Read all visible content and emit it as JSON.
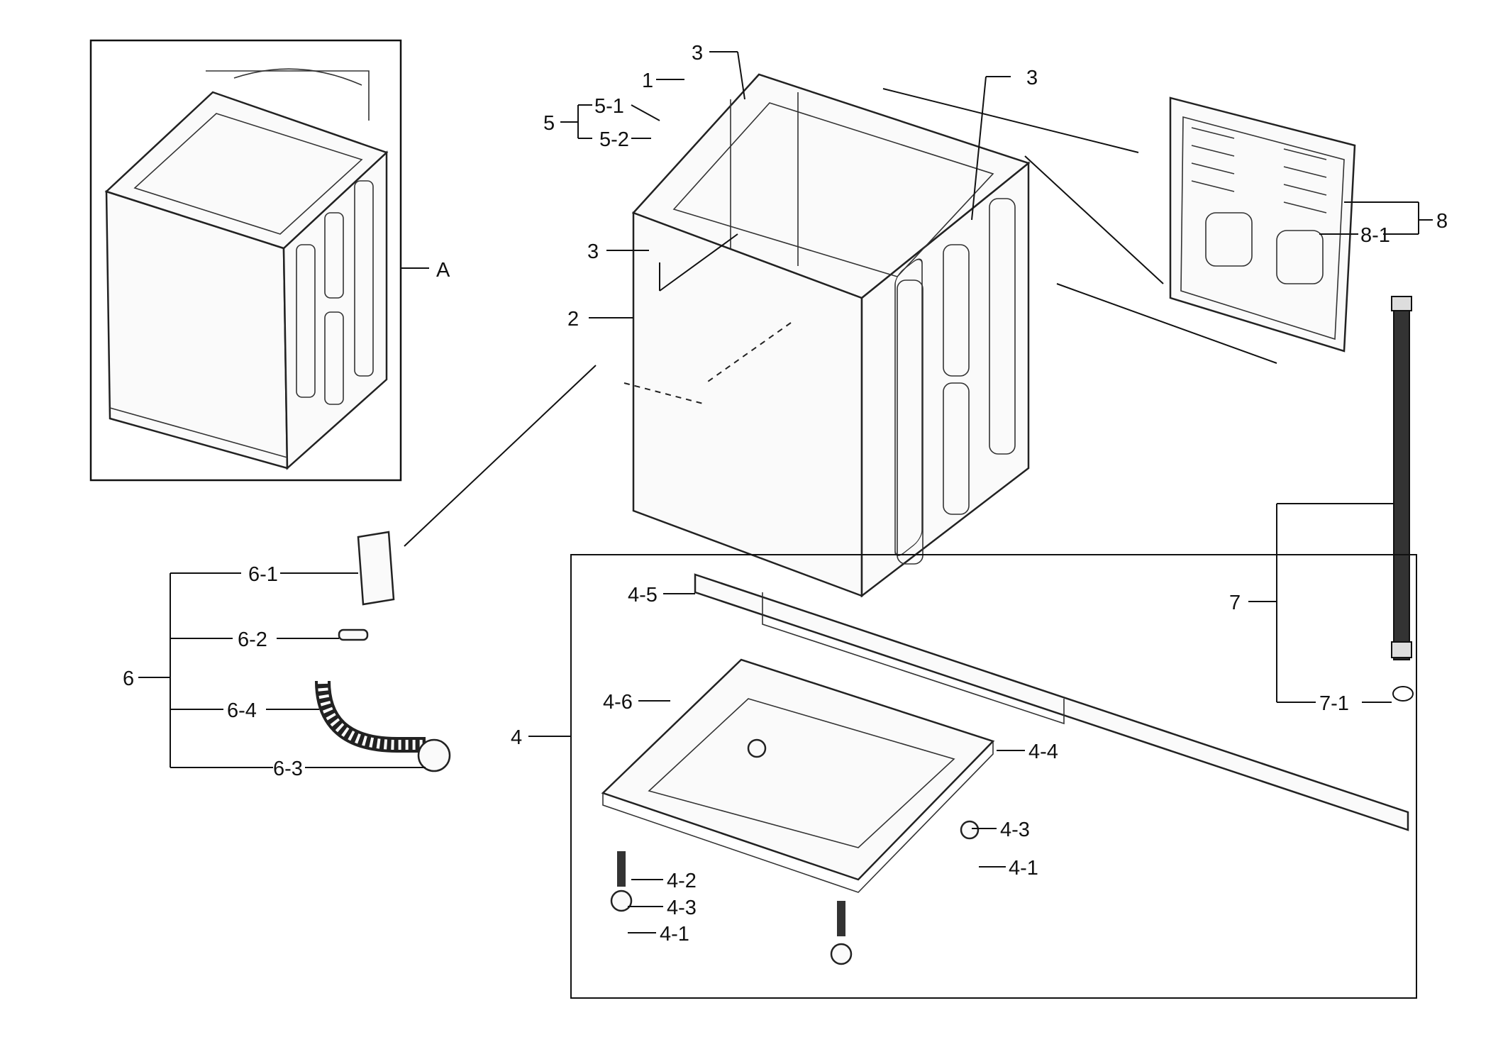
{
  "labels": {
    "l_1": "1",
    "l_2": "2",
    "l_3a": "3",
    "l_3b": "3",
    "l_3c": "3",
    "l_4": "4",
    "l_4_1a": "4-1",
    "l_4_1b": "4-1",
    "l_4_2": "4-2",
    "l_4_3a": "4-3",
    "l_4_3b": "4-3",
    "l_4_4": "4-4",
    "l_4_5": "4-5",
    "l_4_6": "4-6",
    "l_5": "5",
    "l_5_1": "5-1",
    "l_5_2": "5-2",
    "l_6": "6",
    "l_6_1": "6-1",
    "l_6_2": "6-2",
    "l_6_3": "6-3",
    "l_6_4": "6-4",
    "l_7": "7",
    "l_7_1": "7-1",
    "l_8": "8",
    "l_8_1": "8-1",
    "l_A": "A"
  }
}
